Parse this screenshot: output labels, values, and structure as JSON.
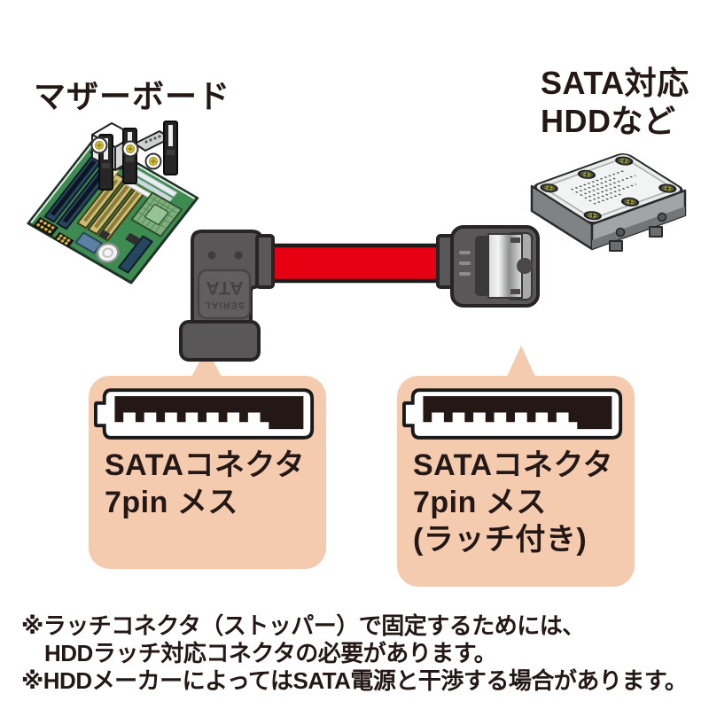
{
  "labels": {
    "motherboard": "マザーボード",
    "hdd_line1": "SATA対応",
    "hdd_line2": "HDDなど"
  },
  "cable_connector": {
    "brand_line1": "SERIAL",
    "brand_line2": "ATA"
  },
  "callout_left": {
    "line1": "SATAコネクタ",
    "line2": "7pin メス"
  },
  "callout_right": {
    "line1": "SATAコネクタ",
    "line2": "7pin メス",
    "line3": "(ラッチ付き)"
  },
  "footnotes": {
    "line1": "※ラッチコネクタ（ストッパー）で固定するためには、",
    "line2": "HDDラッチ対応コネクタの必要があります。",
    "line3": "※HDDメーカーによってはSATA電源と干渉する場合があります。"
  },
  "colors": {
    "callout_bg": "#F5CBB0",
    "cable_red": "#E60012",
    "connector_gray": "#595757",
    "pcb_green": "#3D8B50",
    "ink": "#231815"
  }
}
